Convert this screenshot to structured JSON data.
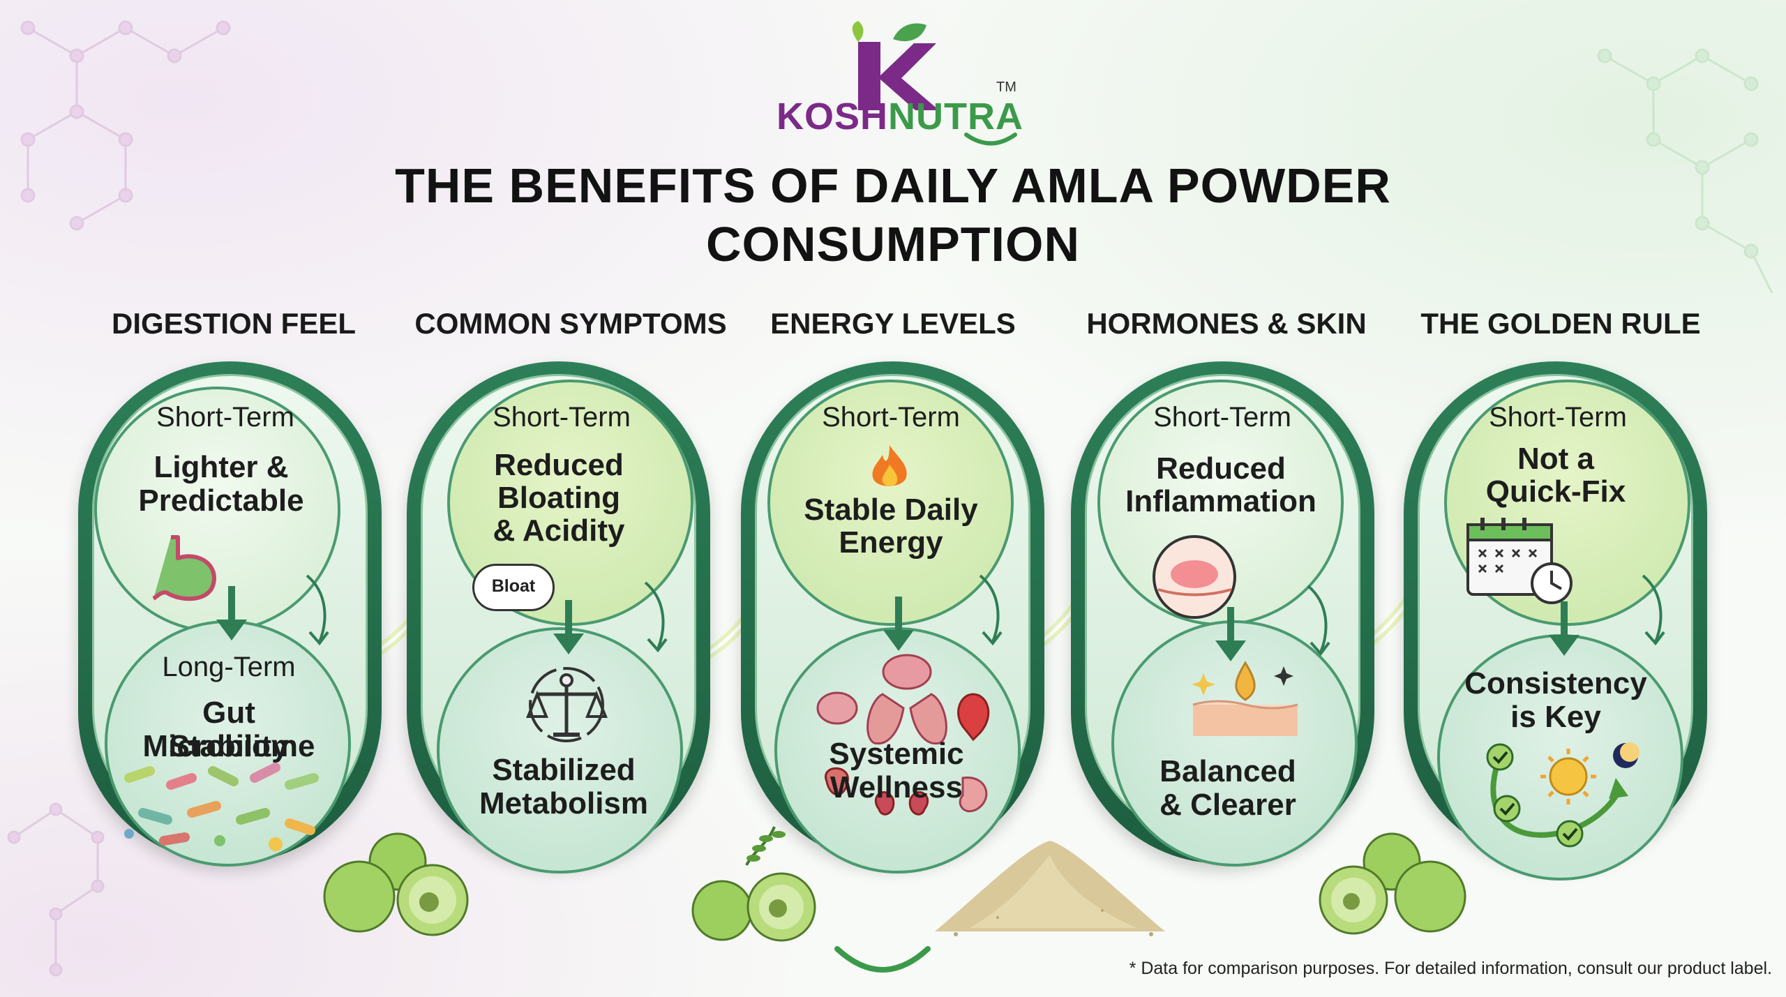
{
  "brand": {
    "name_part1": "KOSH",
    "name_part2": "NUTRA",
    "tm": "TM",
    "colors": {
      "purple": "#7b2a87",
      "green": "#3b9a4a"
    }
  },
  "title_line1": "THE BENEFITS OF DAILY AMLA POWDER",
  "title_line2": "CONSUMPTION",
  "columns": [
    {
      "heading": "DIGESTION FEEL",
      "short_label": "Short-Term",
      "short_lines": [
        "Lighter &",
        "Predictable"
      ],
      "long_label": "Long-Term",
      "long_lines": [
        "Gut Microbiome",
        "Stability"
      ],
      "top_icon": "stomach-icon",
      "bottom_icon": "gut-bacteria-icon"
    },
    {
      "heading": "COMMON SYMPTOMS",
      "short_label": "Short-Term",
      "short_lines": [
        "Reduced",
        "Bloating",
        "& Acidity"
      ],
      "long_lines": [
        "Stabilized",
        "Metabolism"
      ],
      "bubble": "Bloat",
      "top_icon": "bloat-bubble-icon",
      "bottom_icon": "balance-scale-icon"
    },
    {
      "heading": "ENERGY LEVELS",
      "short_label": "Short-Term",
      "short_lines": [
        "Stable Daily",
        "Energy"
      ],
      "long_lines": [
        "Systemic",
        "Wellness"
      ],
      "top_icon": "flame-icon",
      "bottom_icon": "organs-icon"
    },
    {
      "heading": "HORMONES & SKIN",
      "short_label": "Short-Term",
      "short_lines": [
        "Reduced",
        "Inflammation"
      ],
      "long_lines": [
        "Balanced",
        "& Clearer"
      ],
      "top_icon": "inflamed-skin-icon",
      "bottom_icon": "skin-drop-icon"
    },
    {
      "heading": "THE GOLDEN RULE",
      "short_label": "Short-Term",
      "short_lines": [
        "Not a",
        "Quick-Fix"
      ],
      "long_lines": [
        "Consistency",
        "is Key"
      ],
      "top_icon": "calendar-clock-icon",
      "bottom_icon": "day-night-cycle-icon"
    }
  ],
  "footnote": "* Data for comparison purposes. For detailed information, consult our product label.",
  "palette": {
    "pill_dark": "#1d5e40",
    "pill_light": "#cfe9d6",
    "circle_highlight": "#c9e6a9",
    "amla": "#8fc653"
  }
}
